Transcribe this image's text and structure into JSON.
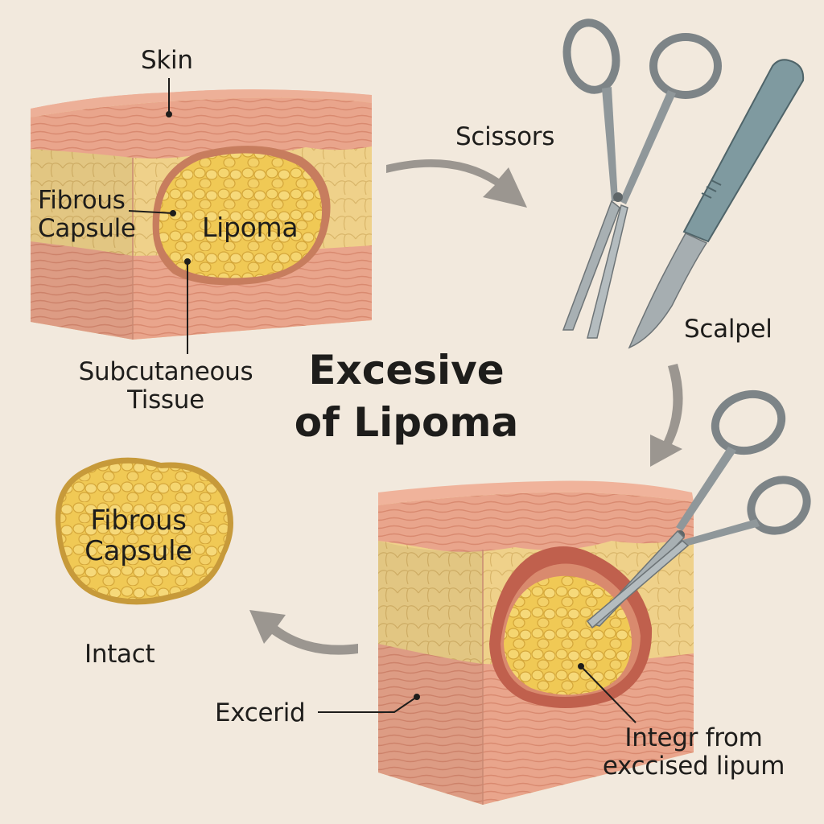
{
  "title": {
    "line1": "Excesive",
    "line2": "of Lipoma"
  },
  "labels": {
    "skin": "Skin",
    "fibrous_capsule_top": [
      "Fibrous",
      "Capsule"
    ],
    "lipoma": "Lipoma",
    "subcutaneous": [
      "Subcutaneous",
      "Tissue"
    ],
    "scissors": "Scissors",
    "scalpel": "Scalpel",
    "fibrous_capsule_mass": [
      "Fibrous",
      "Capsule"
    ],
    "intact": "Intact",
    "excerid": "Excerid",
    "integr": [
      "Integr from",
      "exccised lipum"
    ]
  },
  "colors": {
    "background": "#f2e9dd",
    "skin": "#e9a58c",
    "fat": "#efd18a",
    "lipoma": "#f0c955",
    "steel": "#9aa3a6",
    "blade_handle": "#7f9aa0",
    "arrow": "#9b9690",
    "text": "#1e1d1b"
  },
  "icons": [
    "scissors-icon",
    "scalpel-icon",
    "arrow-icon"
  ]
}
